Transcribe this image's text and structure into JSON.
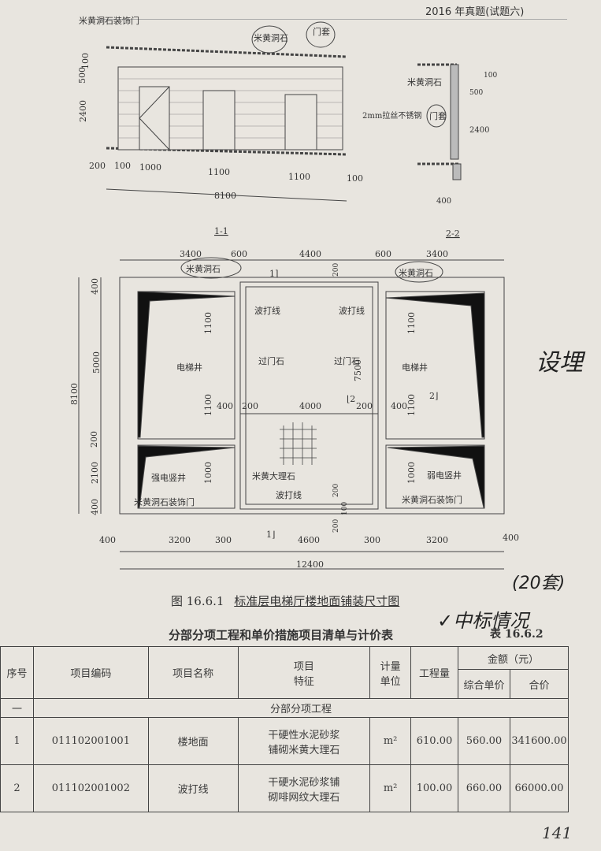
{
  "header": {
    "running_title": "2016 年真题(试题六)"
  },
  "section_1_1": {
    "labels": {
      "decor_door": "米黄洞石装饰门",
      "stone": "米黄洞石",
      "door_frame": "门套"
    },
    "dims": {
      "top_100": "100",
      "h_500": "500",
      "h_2400": "2400",
      "w_200": "200",
      "w_100a": "100",
      "w_1000": "1000",
      "w_1100a": "1100",
      "w_1100b": "1100",
      "w_100b": "100",
      "total": "8100"
    },
    "title": "1-1"
  },
  "section_2_2": {
    "labels": {
      "stone": "米黄洞石",
      "steel": "2mm拉丝不锈钢",
      "door_frame": "门套"
    },
    "dims": {
      "d100": "100",
      "d500": "500",
      "d2400": "2400",
      "d400": "400"
    },
    "title": "2-2"
  },
  "plan": {
    "top_dims": [
      "3400",
      "600",
      "4400",
      "600",
      "3400"
    ],
    "left_dims": [
      "400",
      "5000",
      "200",
      "2100",
      "400"
    ],
    "left_total": "8100",
    "inner_dims": {
      "l1100a": "1100",
      "l1100b": "1100",
      "l1000": "1000",
      "l400": "400",
      "c200a": "200",
      "c4000": "4000",
      "c7500": "7500",
      "c200b": "200",
      "r400": "400",
      "r1100a": "1100",
      "r1100b": "1100",
      "r1000": "1000",
      "t200": "200",
      "b200": "200",
      "b100": "100",
      "b200b": "200"
    },
    "bottom_dims": [
      "400",
      "3200",
      "300",
      "4600",
      "300",
      "3200",
      "400"
    ],
    "bottom_total": "12400",
    "labels": {
      "stone_left": "米黄洞石",
      "stone_right": "米黄洞石",
      "wave_left": "波打线",
      "wave_right": "波打线",
      "wave_bottom": "波打线",
      "threshold_left": "过门石",
      "threshold_right": "过门石",
      "elevator_left": "电梯井",
      "elevator_right": "电梯井",
      "marble": "米黄大理石",
      "strong_shaft": "强电竖井",
      "weak_shaft": "弱电竖井",
      "decor_door_left": "米黄洞石装饰门",
      "decor_door_right": "米黄洞石装饰门",
      "cut1_top": "1⌉",
      "cut1_bottom": "1⌋",
      "cut2_left": "⌊2",
      "cut2_right": "2⌋"
    }
  },
  "figure_caption": {
    "number": "图 16.6.1",
    "title": "标准层电梯厅楼地面铺装尺寸图"
  },
  "handwriting": {
    "note_right": "设埋",
    "note_sets": "(20套)",
    "note_bid": "✓中标情况"
  },
  "table": {
    "title": "分部分项工程和单价措施项目清单与计价表",
    "number": "表 16.6.2",
    "headers": {
      "seq": "序号",
      "code": "项目编码",
      "name": "项目名称",
      "feature_1": "项目",
      "feature_2": "特征",
      "unit_1": "计量",
      "unit_2": "单位",
      "qty": "工程量",
      "amount": "金额（元）",
      "unit_price": "综合单价",
      "total": "合价"
    },
    "section_row": {
      "seq": "一",
      "label": "分部分项工程"
    },
    "rows": [
      {
        "seq": "1",
        "code": "011102001001",
        "name": "楼地面",
        "feature_1": "干硬性水泥砂浆",
        "feature_2": "铺砌米黄大理石",
        "unit": "m²",
        "qty": "610.00",
        "unit_price": "560.00",
        "total": "341600.00"
      },
      {
        "seq": "2",
        "code": "011102001002",
        "name": "波打线",
        "feature_1": "干硬水泥砂浆铺",
        "feature_2": "砌啡网纹大理石",
        "unit": "m²",
        "qty": "100.00",
        "unit_price": "660.00",
        "total": "66000.00"
      }
    ]
  },
  "page_number": "141"
}
